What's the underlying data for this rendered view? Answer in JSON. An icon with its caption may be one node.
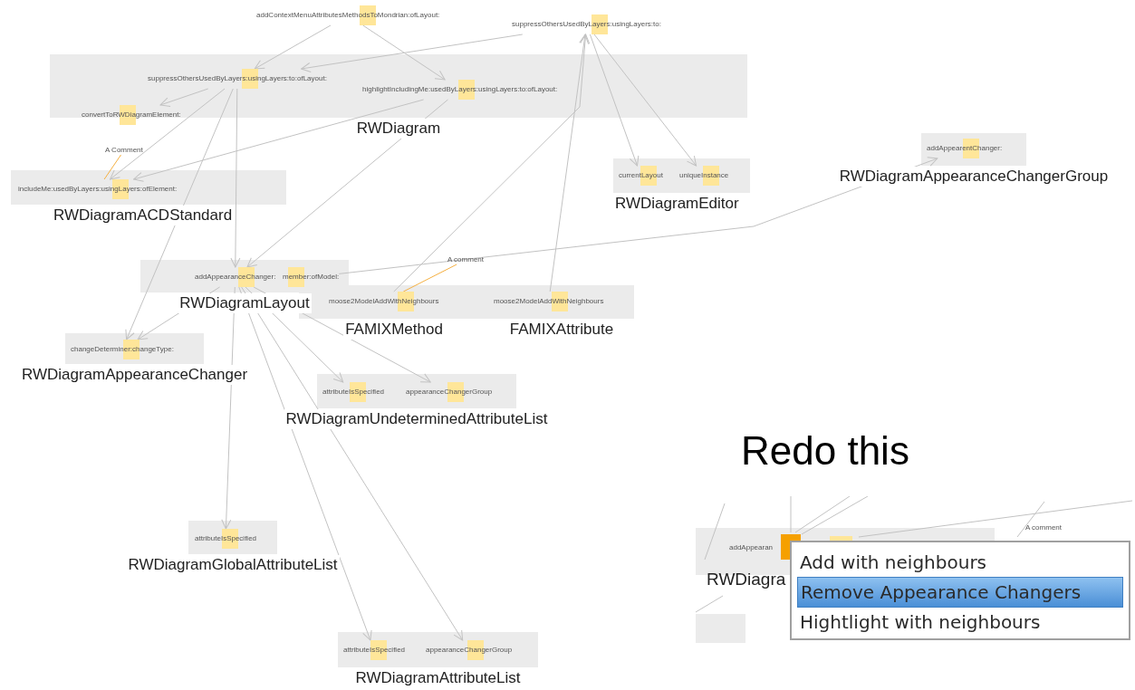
{
  "diagram": {
    "nodes": [
      {
        "text": [
          "addContextMenuAttributesMethodsToMondrian:ofLayout:"
        ]
      },
      {
        "text": [
          "suppressOthersUsedByLayers:usingLayers:to:"
        ]
      },
      {
        "text": [
          "RWDiagram"
        ]
      },
      {
        "text": [
          "suppressOthersUsedByLayers:usingLayers:to:ofLayout:"
        ],
        "in": 2
      },
      {
        "text": [
          "highlightIncludingMe:usedByLayers:usingLayers:to:ofLayout:"
        ],
        "in": 2
      },
      {
        "text": [
          "convertToRWDiagramElement:"
        ],
        "in": 2
      },
      {
        "text": [
          "RWDiagramACDStandard"
        ]
      },
      {
        "text": [
          "includeMe:usedByLayers:usingLayers:ofElement:"
        ],
        "in": 6
      },
      {
        "text": [
          "A Comment"
        ]
      },
      {
        "text": [
          "RWDiagramEditor"
        ]
      },
      {
        "text": [
          "currentLayout"
        ],
        "in": 9
      },
      {
        "text": [
          "uniqueInstance"
        ],
        "in": 9
      },
      {
        "text": [
          "RWDiagramAppearanceChangerGroup"
        ]
      },
      {
        "text": [
          "addAppearentChanger:"
        ],
        "in": 12
      },
      {
        "text": [
          "RWDiagramLayout"
        ]
      },
      {
        "text": [
          "addAppearanceChanger:"
        ],
        "in": 14
      },
      {
        "text": [
          "member:ofModel:"
        ],
        "in": 14
      },
      {
        "text": [
          "A comment"
        ]
      },
      {
        "text": [
          "FAMIXMethod"
        ]
      },
      {
        "text": [
          "moose2ModelAddWithNeighbours"
        ],
        "in": 18
      },
      {
        "text": [
          "FAMIXAttribute"
        ]
      },
      {
        "text": [
          "moose2ModelAddWithNeighbours"
        ],
        "in": 20
      },
      {
        "text": [
          "RWDiagramAppearanceChanger"
        ]
      },
      {
        "text": [
          "changeDeterminer:changeType:"
        ],
        "in": 22
      },
      {
        "text": [
          "RWDiagramUndeterminedAttributeList"
        ]
      },
      {
        "text": [
          "attributeIsSpecified"
        ],
        "in": 24
      },
      {
        "text": [
          "appearanceChangerGroup"
        ],
        "in": 24
      },
      {
        "text": [
          "RWDiagramGlobalAttributeList"
        ]
      },
      {
        "text": [
          "attributeIsSpecified"
        ],
        "in": 27
      },
      {
        "text": [
          "RWDiagramAttributeList"
        ]
      },
      {
        "text": [
          "attributeIsSpecified"
        ],
        "in": 29
      },
      {
        "text": [
          "appearanceChangerGroup"
        ],
        "in": 29
      }
    ],
    "edges": [
      {
        "from": 0,
        "to": 3,
        "arrow": "to"
      },
      {
        "from": 0,
        "to": 4,
        "arrow": "to"
      },
      {
        "from": 1,
        "to": 3,
        "arrow": "to"
      },
      {
        "from": 3,
        "to": 5,
        "arrow": "to"
      },
      {
        "from": 3,
        "to": 7,
        "arrow": "to"
      },
      {
        "from": 3,
        "to": 23,
        "arrow": "to"
      },
      {
        "from": 3,
        "to": 15,
        "arrow": "to"
      },
      {
        "from": 4,
        "to": 7,
        "arrow": "to"
      },
      {
        "from": 4,
        "to": 15,
        "arrow": "to"
      },
      {
        "from": 19,
        "to": 1,
        "arrow": "to"
      },
      {
        "from": 21,
        "to": 1,
        "arrow": "to"
      },
      {
        "from": 1,
        "to": 10,
        "arrow": "to"
      },
      {
        "from": 1,
        "to": 11,
        "arrow": "to"
      },
      {
        "from": 16,
        "to": 13,
        "arrow": "to"
      },
      {
        "from": 15,
        "to": 23,
        "arrow": "to"
      },
      {
        "from": 15,
        "to": 25,
        "arrow": "to"
      },
      {
        "from": 15,
        "to": 26,
        "arrow": "to"
      },
      {
        "from": 15,
        "to": 28,
        "arrow": "to"
      },
      {
        "from": 15,
        "to": 30,
        "arrow": "to"
      },
      {
        "from": 15,
        "to": 31,
        "arrow": "to"
      },
      {
        "from": 8,
        "to": 7,
        "arrow": "none",
        "color": "#f5b041"
      },
      {
        "from": 17,
        "to": 19,
        "arrow": "none",
        "color": "#f5b041"
      }
    ],
    "labels": [
      "Redo this",
      "addAppearan",
      "RWDiagra",
      "A comment",
      "Add with neighbours",
      "Remove Appearance Changers",
      "Hightlight with neighbours"
    ]
  }
}
